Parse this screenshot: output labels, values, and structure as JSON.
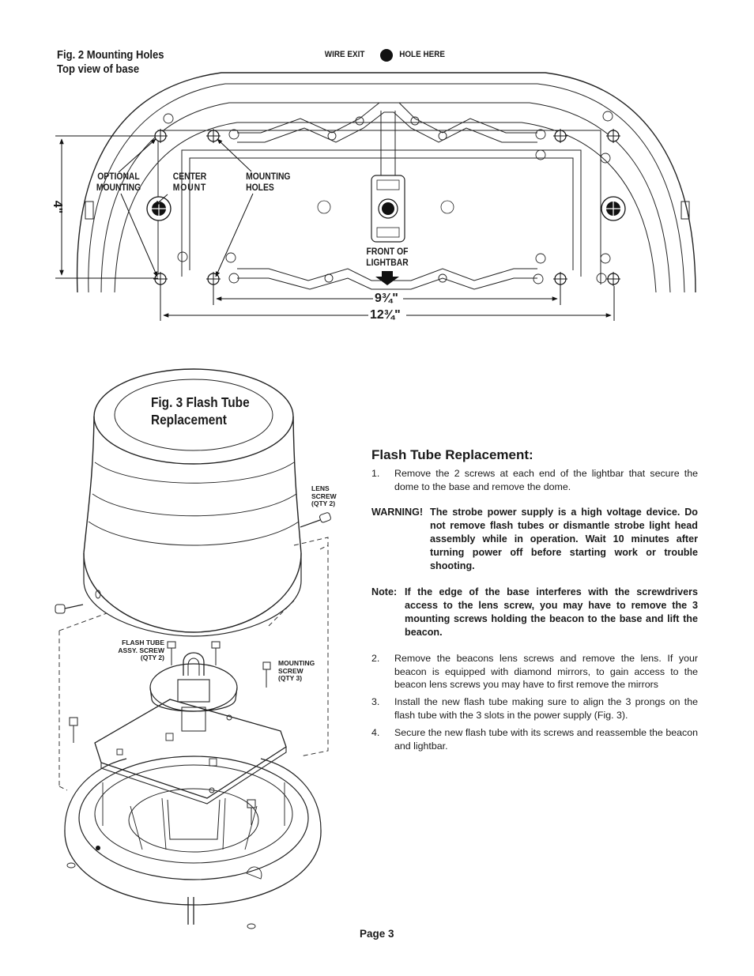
{
  "fig2": {
    "title_line1": "Fig. 2 Mounting Holes",
    "title_line2": "Top view of base",
    "wire_exit_left": "WIRE EXIT",
    "wire_exit_right": "HOLE  HERE",
    "optional_mounting_1": "OPTIONAL",
    "optional_mounting_2": "MOUNTING",
    "center_mount_1": "CENTER",
    "center_mount_2": "MOUNT",
    "mounting_holes_1": "MOUNTING",
    "mounting_holes_2": "HOLES",
    "front_of_1": "FRONT OF",
    "front_of_2": "LIGHTBAR",
    "dim_height": "4\"",
    "dim_inner": "9¾\"",
    "dim_outer": "12¾\""
  },
  "fig3": {
    "title_line1": "Fig. 3 Flash Tube",
    "title_line2": "Replacement",
    "lens_screw_1": "LENS",
    "lens_screw_2": "SCREW",
    "lens_screw_3": "(QTY 2)",
    "flash_screw_1": "FLASH TUBE",
    "flash_screw_2": "ASSY. SCREW",
    "flash_screw_3": "(QTY 2)",
    "mount_screw_1": "MOUNTING",
    "mount_screw_2": "SCREW",
    "mount_screw_3": "(QTY 3)"
  },
  "instructions": {
    "heading": "Flash Tube Replacement:",
    "step1_num": "1.",
    "step1": "Remove the 2 screws at each end of the lightbar that secure the dome to the base and remove the dome.",
    "warning_lead": "WARNING!",
    "warning_body": "The strobe power supply is a high voltage device. Do not remove flash tubes or dismantle strobe light head assembly while in operation. Wait 10 minutes after turning power off before starting work or trouble shooting.",
    "note_lead": "Note:",
    "note_body": "If the edge of the base interferes with the screwdrivers access to the lens screw, you may have to remove the 3 mounting screws holding the beacon to the base and lift the beacon.",
    "step2_num": "2.",
    "step2": "Remove the beacons lens screws and remove the lens. If your beacon is equipped with diamond mirrors, to gain access to the beacon lens screws you may have to first remove the mirrors",
    "step3_num": "3.",
    "step3": "Install the new flash tube making sure to align the 3 prongs on the flash tube with the 3 slots in the power supply (Fig. 3).",
    "step4_num": "4.",
    "step4": "Secure the new flash tube with its screws and reassemble the beacon and lightbar."
  },
  "footer": {
    "page": "Page 3"
  }
}
